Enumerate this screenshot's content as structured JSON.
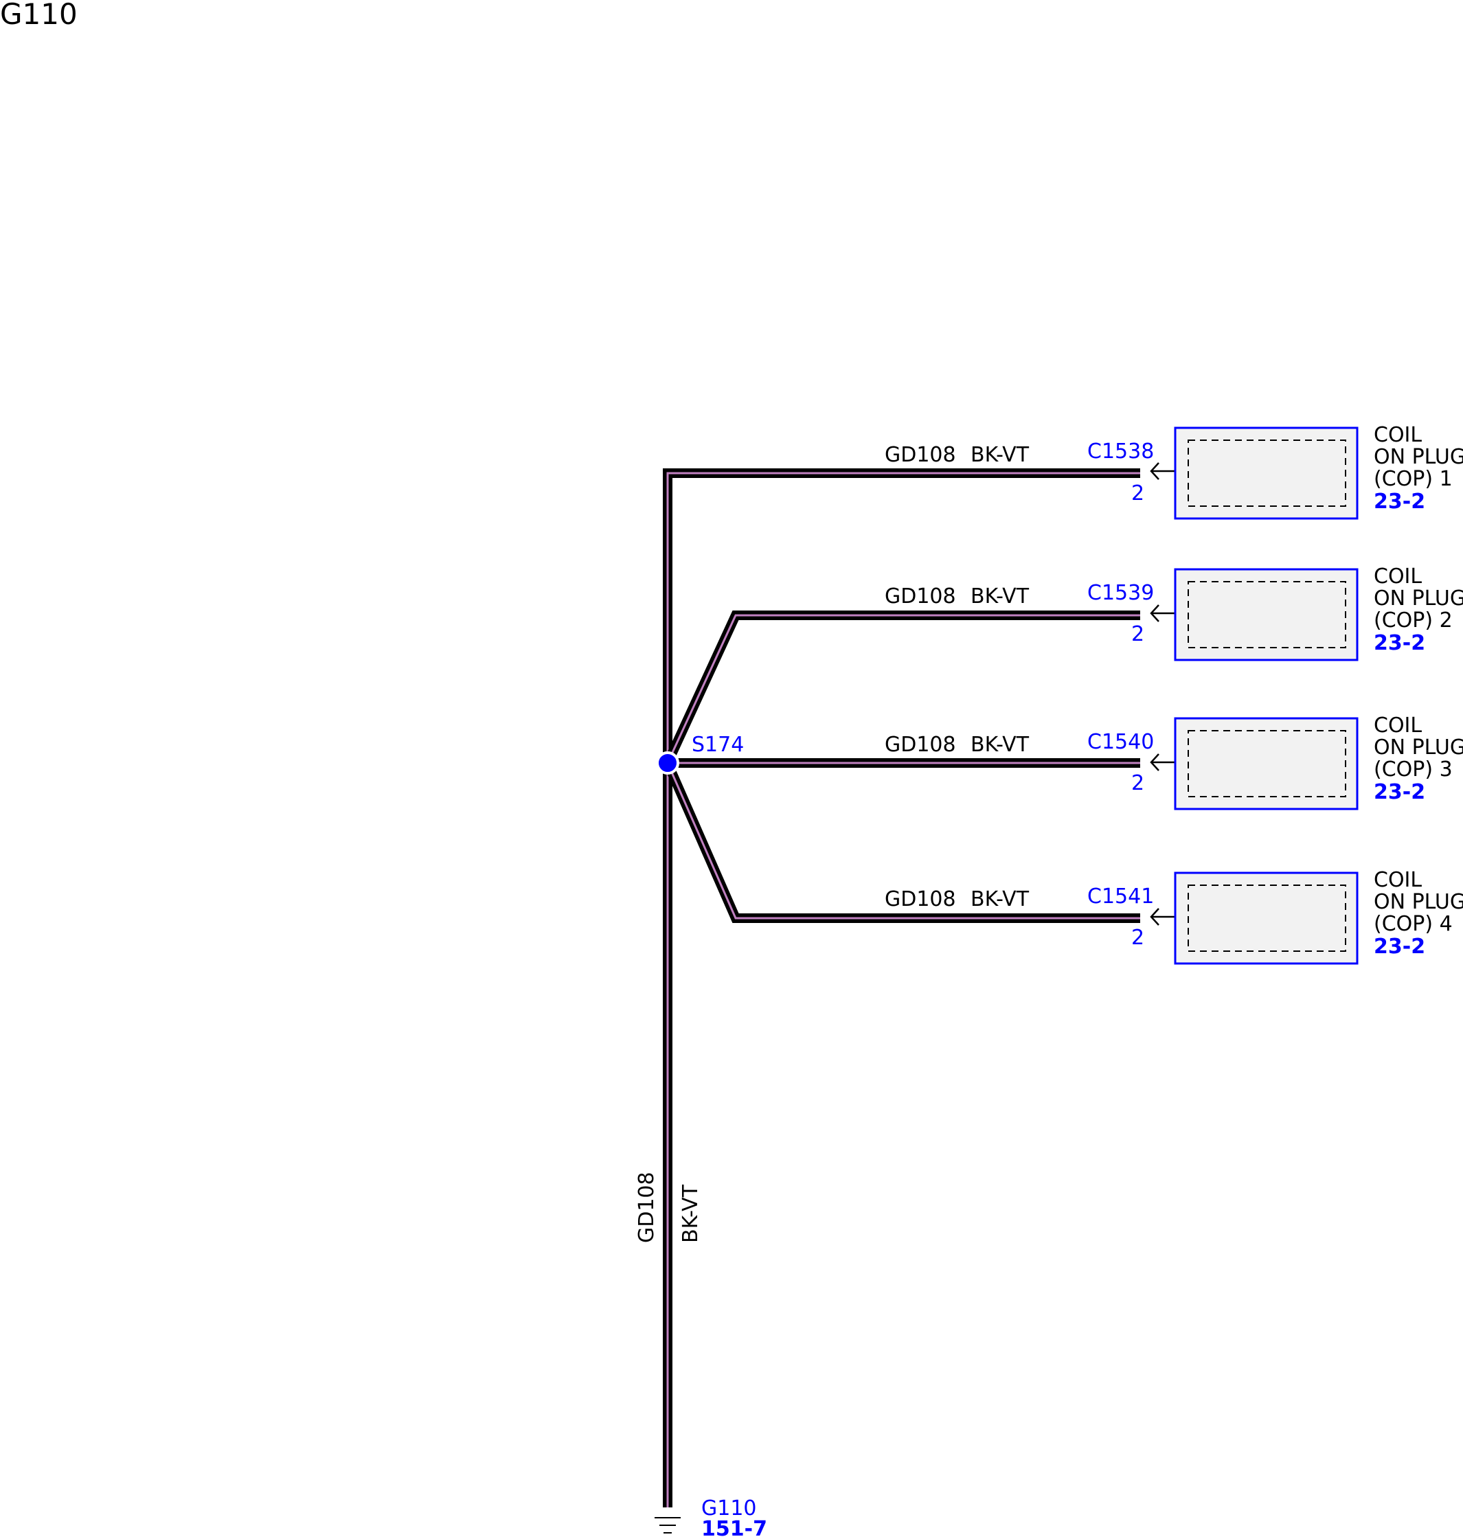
{
  "title": "G110",
  "colors": {
    "wire_outer": "#000000",
    "wire_stripe": "#c080c0",
    "accent_blue": "#0000ff",
    "component_fill": "#f2f2f2"
  },
  "splice": {
    "id": "S174"
  },
  "trunk": {
    "circuit": "GD108",
    "color_code": "BK-VT"
  },
  "ground": {
    "id": "G110",
    "ref": "151-7"
  },
  "branches": [
    {
      "circuit": "GD108",
      "color_code": "BK-VT",
      "connector": "C1538",
      "pin": "2",
      "component": {
        "line1": "COIL",
        "line2": "ON PLUG",
        "line3": "(COP) 1",
        "ref": "23-2"
      }
    },
    {
      "circuit": "GD108",
      "color_code": "BK-VT",
      "connector": "C1539",
      "pin": "2",
      "component": {
        "line1": "COIL",
        "line2": "ON PLUG",
        "line3": "(COP) 2",
        "ref": "23-2"
      }
    },
    {
      "circuit": "GD108",
      "color_code": "BK-VT",
      "connector": "C1540",
      "pin": "2",
      "component": {
        "line1": "COIL",
        "line2": "ON PLUG",
        "line3": "(COP) 3",
        "ref": "23-2"
      }
    },
    {
      "circuit": "GD108",
      "color_code": "BK-VT",
      "connector": "C1541",
      "pin": "2",
      "component": {
        "line1": "COIL",
        "line2": "ON PLUG",
        "line3": "(COP) 4",
        "ref": "23-2"
      }
    }
  ]
}
